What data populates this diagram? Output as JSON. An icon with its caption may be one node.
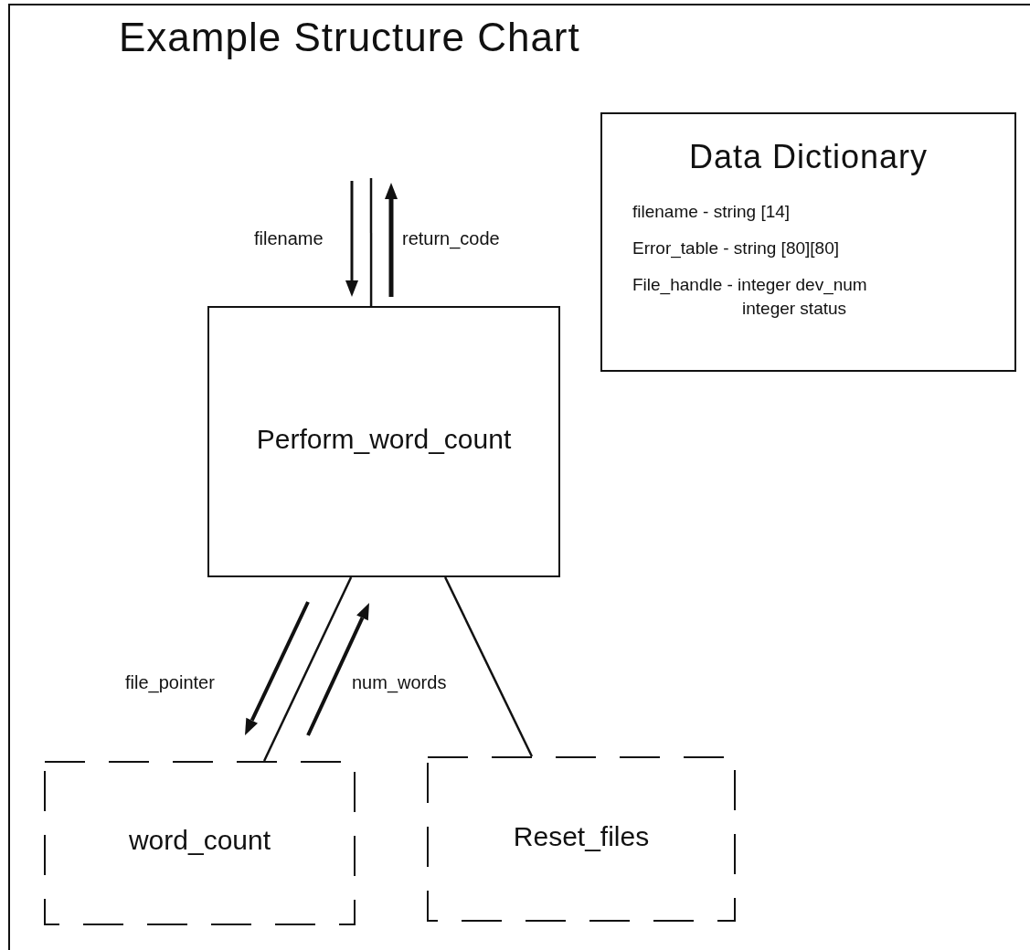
{
  "diagram": {
    "title": "Example Structure Chart",
    "nodes": [
      {
        "text": [
          "Data Dictionary",
          "filename - string [14]",
          "Error_table - string [80][80]",
          "File_handle - integer dev_num integer status"
        ]
      },
      {
        "text": [
          "Perform_word_count"
        ]
      },
      {
        "text": [
          "word_count"
        ]
      },
      {
        "text": [
          "Reset_files"
        ]
      }
    ],
    "edges": [
      {
        "from": null,
        "to": 1,
        "arrow": "none"
      },
      {
        "from": 1,
        "to": 2,
        "arrow": "none"
      },
      {
        "from": 1,
        "to": 3,
        "arrow": "none"
      }
    ],
    "labels": [
      "filename",
      "return_code",
      "file_pointer",
      "num_words"
    ]
  }
}
